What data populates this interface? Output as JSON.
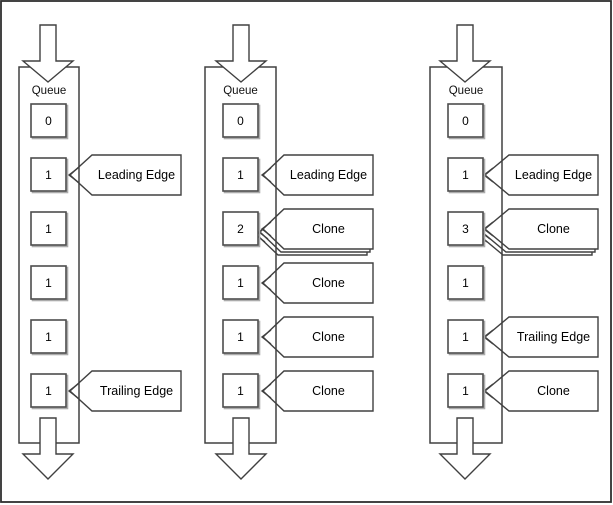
{
  "diagram": {
    "queue_label": "Queue",
    "icons": {
      "inflow": "down-block-arrow",
      "outflow": "down-block-arrow",
      "callout_pointer": "left-chevron-icon"
    },
    "colors": {
      "line": "#404040",
      "cell_border": "#4d4d4d",
      "cell_shadow": "#ababab",
      "text": "#000000",
      "background": "#ffffff"
    },
    "columns": [
      {
        "cells": [
          {
            "value": "0"
          },
          {
            "value": "1",
            "callout": "Leading Edge"
          },
          {
            "value": "1"
          },
          {
            "value": "1"
          },
          {
            "value": "1"
          },
          {
            "value": "1",
            "callout": "Trailing Edge"
          }
        ]
      },
      {
        "cells": [
          {
            "value": "0"
          },
          {
            "value": "1",
            "callout": "Leading Edge"
          },
          {
            "value": "2",
            "callout": "Clone",
            "stacked": true
          },
          {
            "value": "1",
            "callout": "Clone"
          },
          {
            "value": "1",
            "callout": "Clone"
          },
          {
            "value": "1",
            "callout": "Clone"
          }
        ]
      },
      {
        "cells": [
          {
            "value": "0"
          },
          {
            "value": "1",
            "callout": "Leading Edge"
          },
          {
            "value": "3",
            "callout": "Clone",
            "stacked": true
          },
          {
            "value": "1"
          },
          {
            "value": "1",
            "callout": "Trailing Edge"
          },
          {
            "value": "1",
            "callout": "Clone"
          }
        ]
      }
    ]
  }
}
